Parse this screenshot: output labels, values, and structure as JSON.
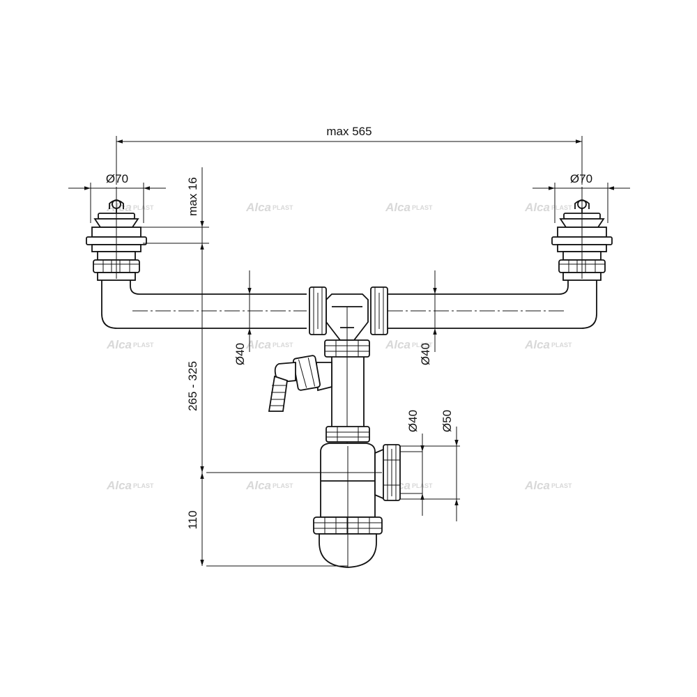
{
  "dimensions": {
    "total_width": "max 565",
    "left_flange_diameter": "Ø70",
    "right_flange_diameter": "Ø70",
    "stopper_height": "max 16",
    "overall_height": "265 - 325",
    "left_pipe_diameter": "Ø40",
    "right_pipe_diameter": "Ø40",
    "outlet_inner_diameter": "Ø40",
    "outlet_outer_diameter": "Ø50",
    "siphon_height": "110"
  },
  "watermark": {
    "brand": "Alca",
    "suffix": "PLAST"
  },
  "colors": {
    "line": "#111111",
    "watermark": "#d8d8d8",
    "background": "#ffffff"
  }
}
